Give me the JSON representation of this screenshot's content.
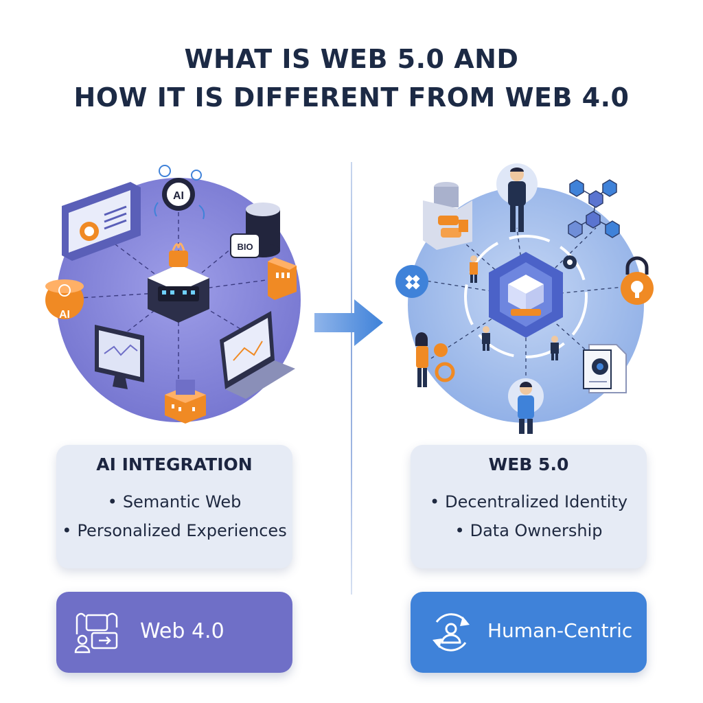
{
  "title": {
    "line1": "WHAT IS WEB 5.0 AND",
    "line2": "HOW IT IS DIFFERENT FROM WEB 4.0"
  },
  "left": {
    "icon_labels": {
      "ai_chip": "AI",
      "ai_badge": "AI",
      "bio": "BIO"
    },
    "card": {
      "title": "AI INTEGRATION",
      "bullets": [
        "Semantic Web",
        "Personalized Experiences"
      ]
    },
    "button": {
      "label": "Web 4.0",
      "icon": "workflow-icon"
    }
  },
  "right": {
    "card": {
      "title": "WEB 5.0",
      "bullets": [
        "Decentralized Identity",
        "Data Ownership"
      ]
    },
    "button": {
      "label": "Human-Centric",
      "icon": "user-cycle-icon"
    }
  },
  "colors": {
    "title": "#1c2a45",
    "left_accent": "#6f6fc7",
    "right_accent": "#3f82d9",
    "orange": "#f08a24",
    "card_bg": "#e6ebf5"
  }
}
